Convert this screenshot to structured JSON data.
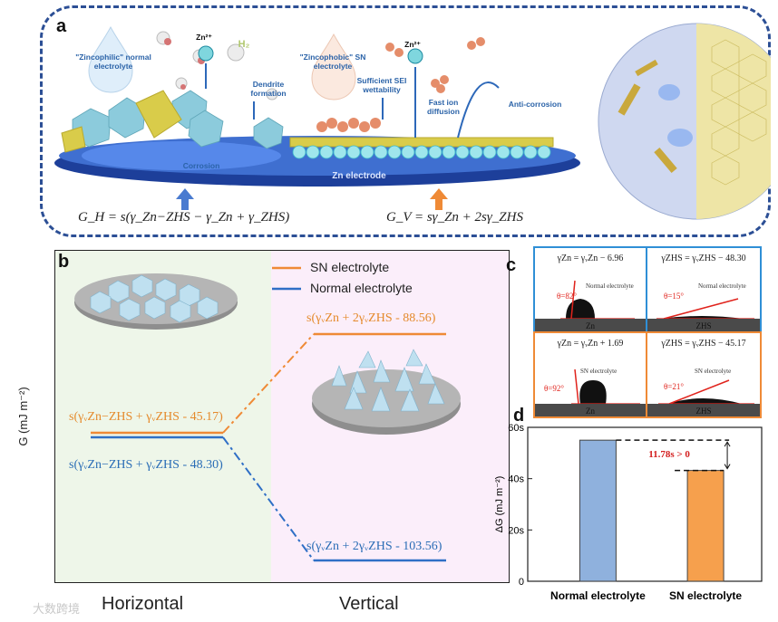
{
  "panel_a": {
    "letter": "a",
    "zincophilic_label": "\"Zincophilic\" normal electrolyte",
    "zincophobic_label": "\"Zincophobic\" SN electrolyte",
    "zn_ion_label_left": "Zn²⁺",
    "h2_label": "H₂",
    "dendrite_label": "Dendrite formation",
    "sei_label": "Sufficient SEI wettability",
    "zn_ion_label_right": "Zn²⁺",
    "fast_ion_label": "Fast ion diffusion",
    "anticorrosion_label": "Anti-corrosion",
    "corrosion_label": "Corrosion",
    "electrode_label": "Zn electrode",
    "eq_left": "G_H = s(γ_Zn−ZHS − γ_Zn + γ_ZHS)",
    "eq_right": "G_V = sγ_Zn + 2sγ_ZHS",
    "colors": {
      "frame": "#2c4f95",
      "blue_arrow": "#4a7bd0",
      "orange_arrow": "#ef8a36"
    }
  },
  "panel_b": {
    "letter": "b",
    "legend": [
      {
        "label": "SN electrolyte",
        "color": "#ef8a36"
      },
      {
        "label": "Normal electrolyte",
        "color": "#2f6fc6"
      }
    ],
    "y_axis_label": "G (mJ m⁻²)",
    "x_labels": [
      "Horizontal",
      "Vertical"
    ],
    "orange_horizontal": "s(γᵥZn−ZHS + γᵥZHS - 45.17)",
    "blue_horizontal": "s(γᵥZn−ZHS + γᵥZHS - 48.30)",
    "orange_vertical": "s(γᵥZn + 2γᵥZHS - 88.56)",
    "blue_vertical": "s(γᵥZn + 2γᵥZHS - 103.56)",
    "bg_left": "#eef6e9",
    "bg_right": "#fbeefa"
  },
  "panel_c": {
    "letter": "c",
    "cells": [
      {
        "eq": "γZn = γᵥZn − 6.96",
        "sub": "Normal electrolyte",
        "angle": "θ=82°",
        "base": "Zn",
        "border": "#2f8fd6"
      },
      {
        "eq": "γZHS = γᵥZHS − 48.30",
        "sub": "Normal electrolyte",
        "angle": "θ=15°",
        "base": "ZHS",
        "border": "#2f8fd6"
      },
      {
        "eq": "γZn = γᵥZn + 1.69",
        "sub": "SN electrolyte",
        "angle": "θ=92°",
        "base": "Zn",
        "border": "#ef8a36"
      },
      {
        "eq": "γZHS = γᵥZHS − 45.17",
        "sub": "SN electrolyte",
        "angle": "θ=21°",
        "base": "ZHS",
        "border": "#ef8a36"
      }
    ]
  },
  "panel_d": {
    "letter": "d",
    "annotation": "11.78s > 0",
    "y_label": "ΔG (mJ m⁻²)",
    "watermark": "大数跨境"
  },
  "chart_data": {
    "type": "bar",
    "categories": [
      "Normal electrolyte",
      "SN electrolyte"
    ],
    "values": [
      55,
      43.2
    ],
    "colors": [
      "#8fb1dd",
      "#f6a04d"
    ],
    "ylabel": "ΔG (mJ m⁻²)",
    "yticks": [
      "0",
      "20s",
      "40s",
      "60s"
    ],
    "ylim": [
      0,
      60
    ],
    "annotation": "11.78s > 0"
  }
}
